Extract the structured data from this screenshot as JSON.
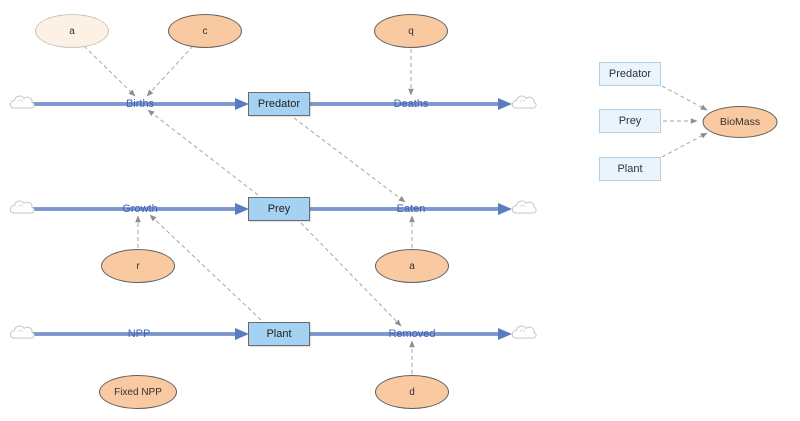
{
  "model": {
    "stocks": [
      {
        "label": "Predator"
      },
      {
        "label": "Prey"
      },
      {
        "label": "Plant"
      }
    ],
    "flows": {
      "births": "Births",
      "deaths": "Deaths",
      "growth": "Growth",
      "eaten": "Eaten",
      "npp": "NPP",
      "removed": "Removed"
    },
    "auxiliaries": {
      "a_ghost": "a",
      "c": "c",
      "q": "q",
      "r": "r",
      "a": "a",
      "fixed_npp": "Fixed NPP",
      "d": "d"
    },
    "legend": {
      "inputs": [
        {
          "label": "Predator"
        },
        {
          "label": "Prey"
        },
        {
          "label": "Plant"
        }
      ],
      "output": "BioMass"
    }
  },
  "colors": {
    "flow_pipe": "#5b7cc0",
    "flow_pipe_core": "#9db1dd",
    "flow_label": "#3f63b5",
    "stock_fill": "#a5d1f2",
    "stock_border": "#6b6b6b",
    "aux_fill": "#f9c9a2",
    "aux_border": "#5f5f5f",
    "ghost_fill": "#fdf1e6",
    "ghost_border": "#cfc5ba",
    "legend_fill": "#eaf4fc",
    "legend_border": "#b5cfe2",
    "link": "#a6a6a6",
    "cloud": "#c6c6c6"
  }
}
